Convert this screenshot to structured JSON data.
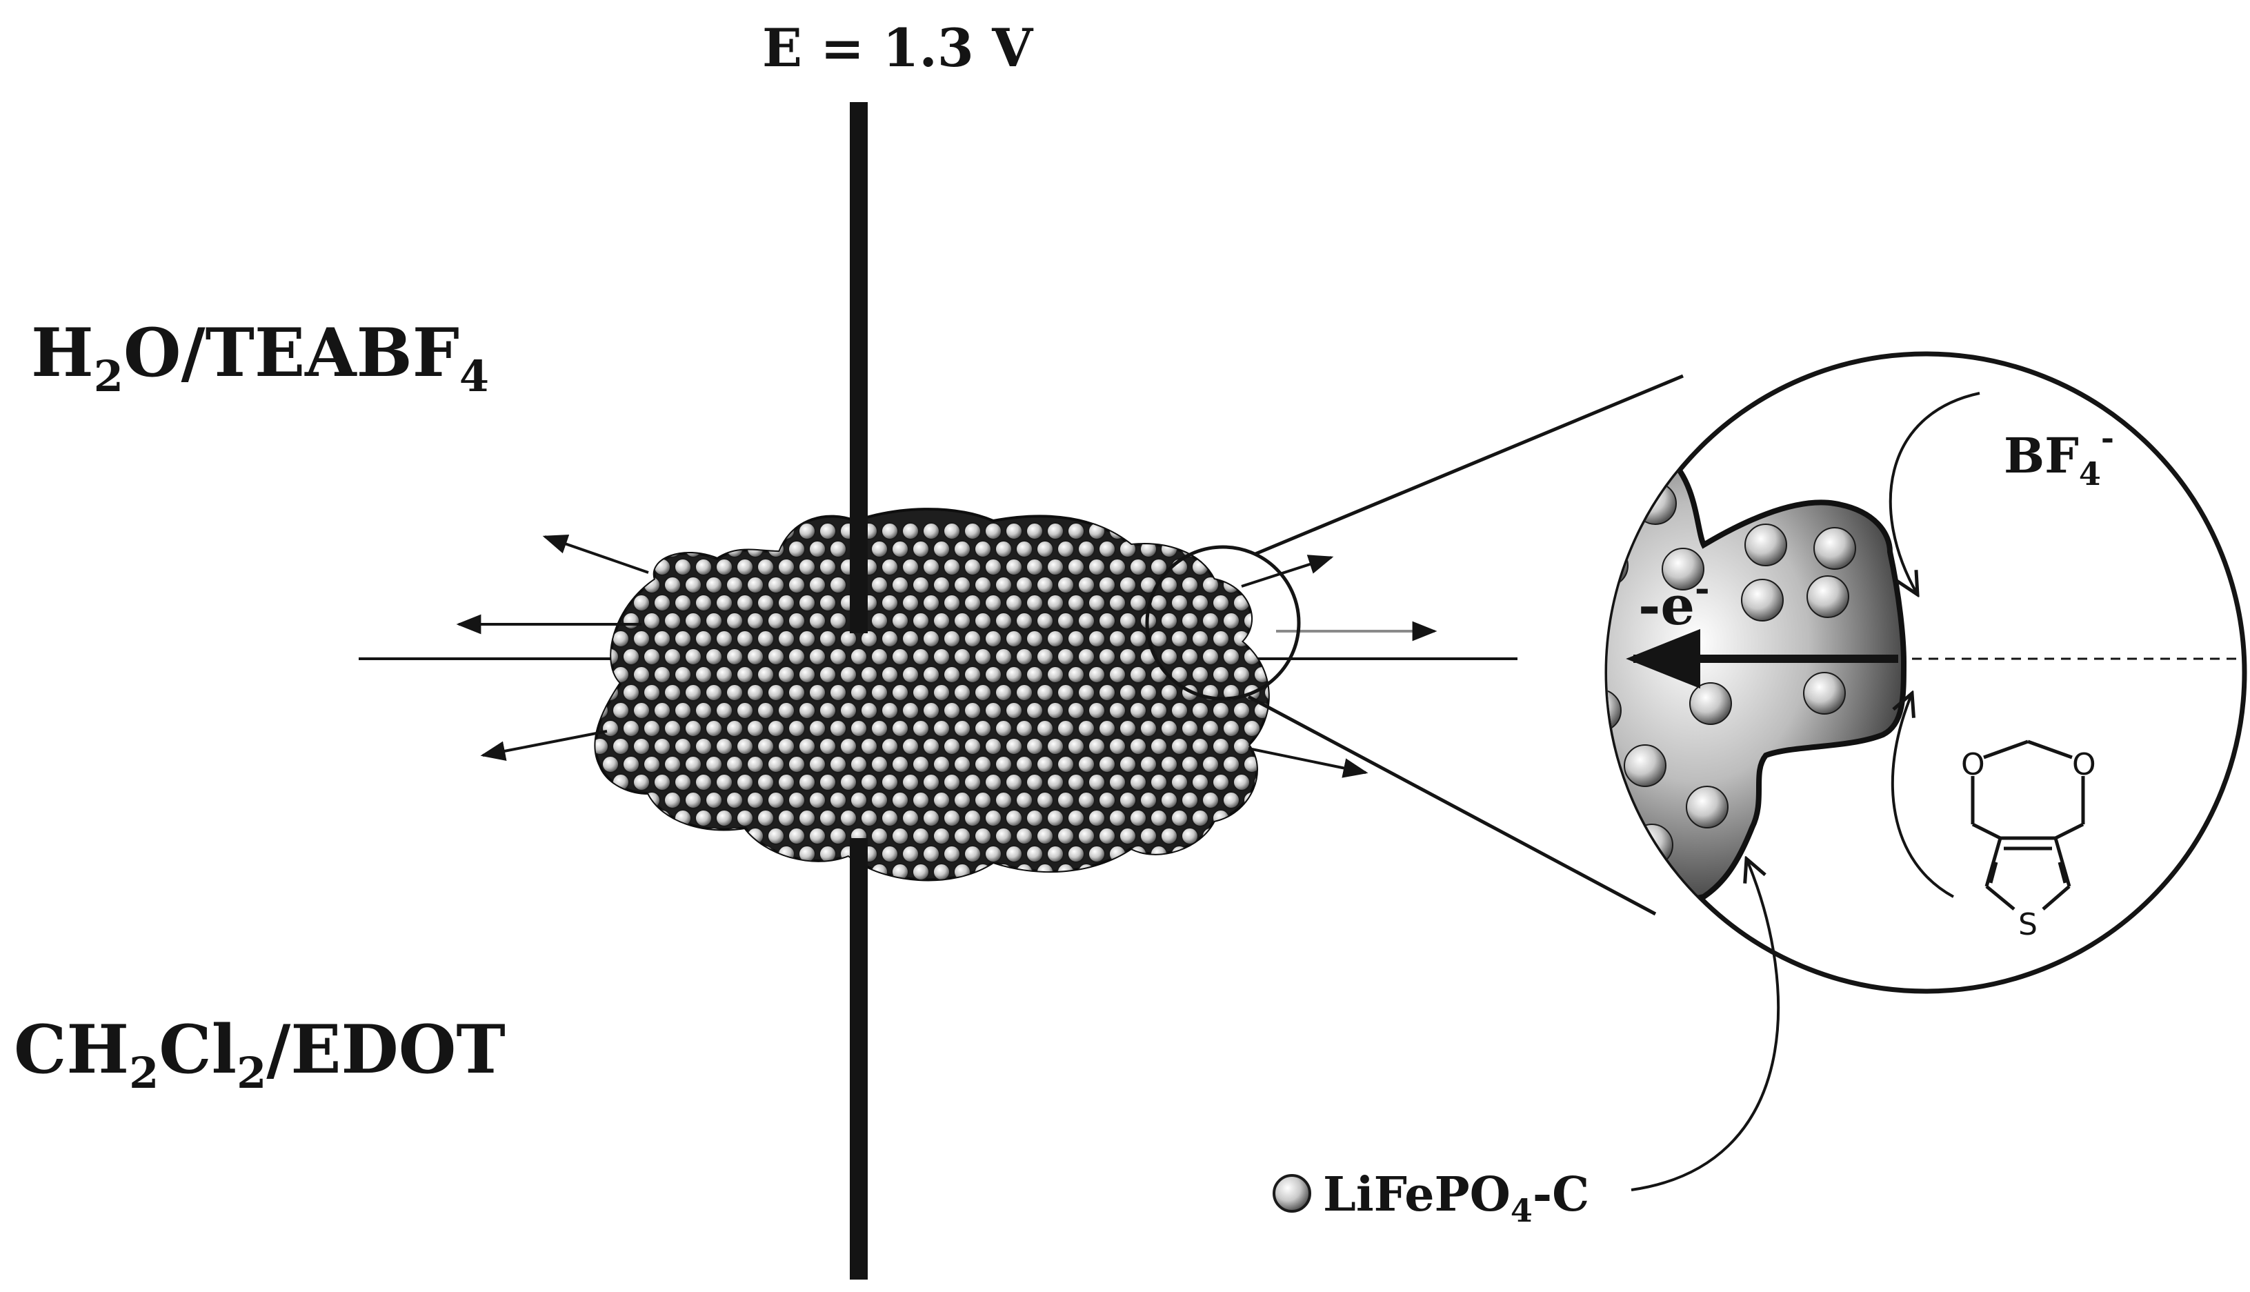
{
  "labels": {
    "potential": "E = 1.3 V",
    "upper_phase_main": "H",
    "upper_phase_sub": "2",
    "upper_phase_rest": "O/TEABF",
    "upper_phase_sub2": "4",
    "lower_phase_main": "CH",
    "lower_phase_sub": "2",
    "lower_phase_mid": "Cl",
    "lower_phase_sub2": "2",
    "lower_phase_rest": "/EDOT",
    "anion_main": "BF",
    "anion_sub": "4",
    "anion_sup": "-",
    "electron": "-e",
    "electron_sup": "-",
    "edot_sulfur": "S",
    "edot_oxygen_left": "O",
    "edot_oxygen_right": "O",
    "legend_main": "LiFePO",
    "legend_sub": "4",
    "legend_rest": "-C"
  },
  "colors": {
    "ink": "#141414",
    "particle_body": "#2a2a2a",
    "sphere_light": "#ffffff",
    "sphere_dark": "#6a6a6a"
  }
}
